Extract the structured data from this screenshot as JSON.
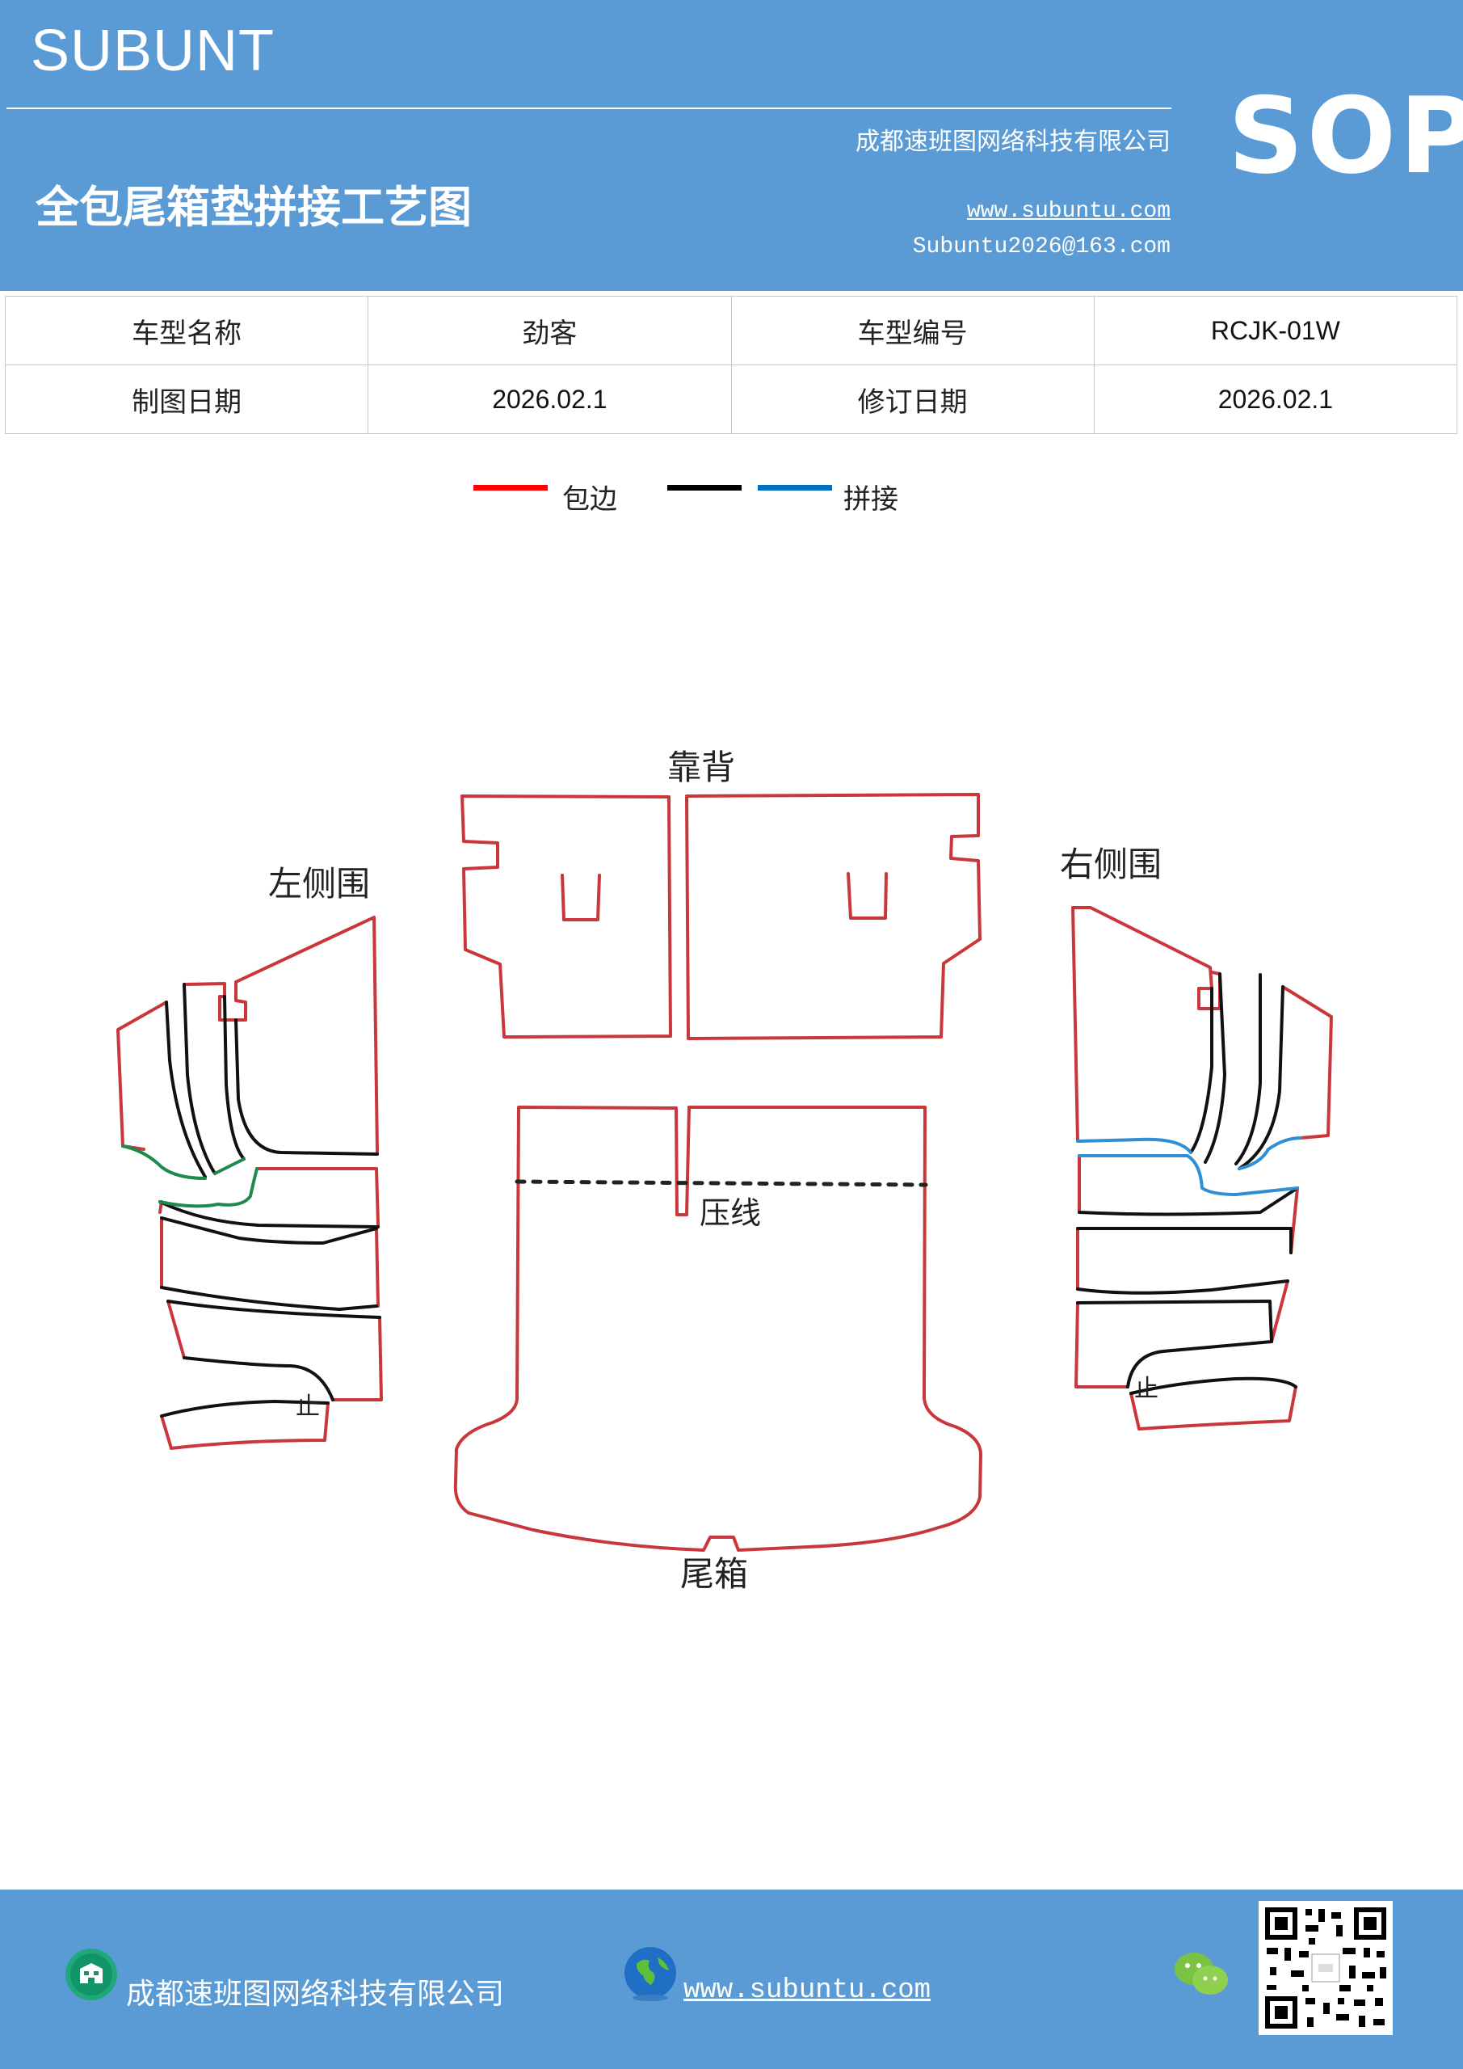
{
  "header": {
    "brand": "SUBUNT",
    "badge": "SOP",
    "company": "成都速班图网络科技有限公司",
    "title": "全包尾箱垫拼接工艺图",
    "website": "www.subuntu.com",
    "email": "Subuntu2026@163.com"
  },
  "info_table": {
    "rows": [
      [
        "车型名称",
        "劲客",
        "车型编号",
        "RCJK-01W"
      ],
      [
        "制图日期",
        "2026.02.1",
        "修订日期",
        "2026.02.1"
      ]
    ]
  },
  "legend": {
    "items": [
      {
        "label": "包边",
        "color": "#ff0000"
      },
      {
        "label": "",
        "color": "#000000"
      },
      {
        "label": "拼接",
        "color": "#0070c0"
      }
    ]
  },
  "diagram": {
    "labels": {
      "backrest": "靠背",
      "left_side": "左侧围",
      "right_side": "右侧围",
      "press_line": "压线",
      "trunk": "尾箱",
      "stop_left": "止",
      "stop_right": "止"
    },
    "colors": {
      "edge": "#c9373a",
      "seam": "#111111",
      "blue": "#2e8fd6",
      "green": "#1e8a4c"
    }
  },
  "footer": {
    "company": "成都速班图网络科技有限公司",
    "website": "www.subuntu.com",
    "icons": [
      "building-icon",
      "globe-icon",
      "wechat-icon",
      "qr-code"
    ]
  }
}
